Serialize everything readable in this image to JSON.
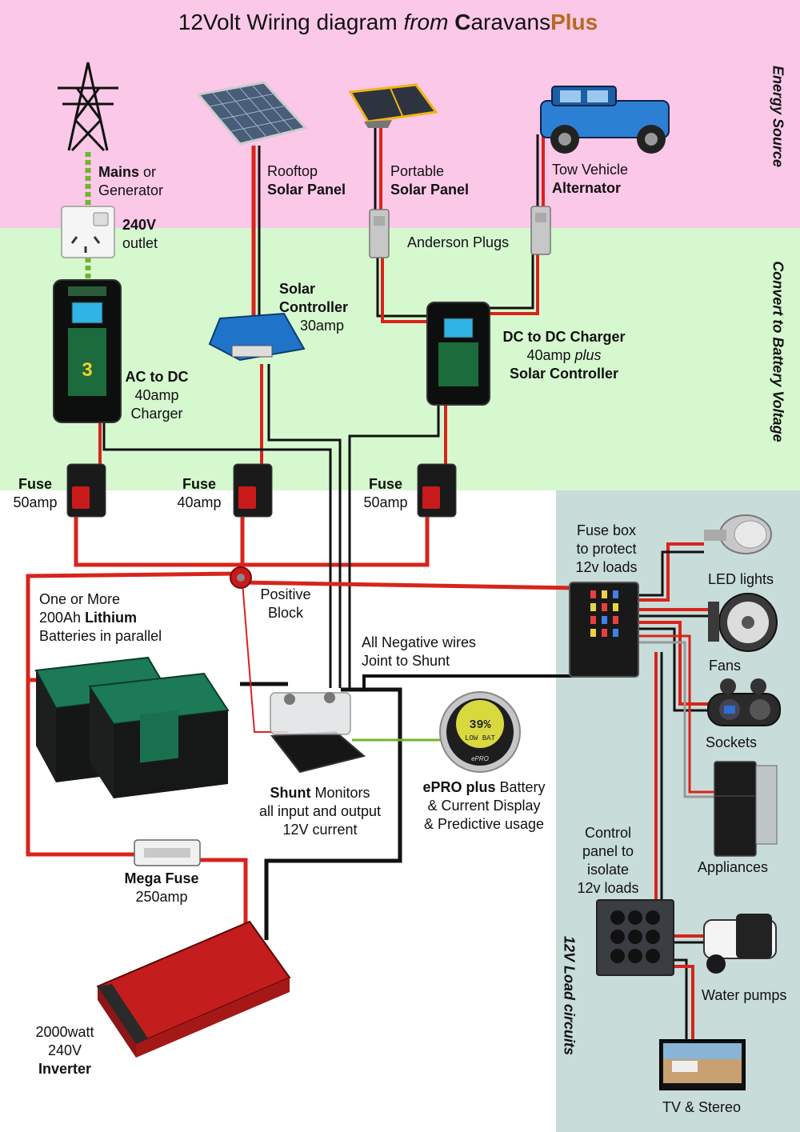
{
  "title": {
    "prefix": "12Volt Wiring diagram",
    "from": "from",
    "brand_initial": "C",
    "brand_rest": "aravans",
    "brand_plus": "Plus"
  },
  "sections": {
    "energy": "Energy Source",
    "convert": "Convert to Battery Voltage",
    "loads": "12V Load circuits"
  },
  "sources": {
    "mains": {
      "bold": "Mains",
      "rest": " or",
      "line2": "Generator"
    },
    "outlet": {
      "bold": "240V",
      "line2": "outlet"
    },
    "rooftop": {
      "line1": "Rooftop",
      "bold": "Solar Panel"
    },
    "portable": {
      "line1": "Portable",
      "bold": "Solar Panel"
    },
    "tow": {
      "line1": "Tow Vehicle",
      "bold": "Alternator"
    }
  },
  "converters": {
    "anderson": "Anderson Plugs",
    "solar_ctrl": {
      "bold1": "Solar",
      "bold2": "Controller",
      "line3": "30amp"
    },
    "ac_dc": {
      "bold": "AC to DC",
      "line2": "40amp",
      "line3": "Charger"
    },
    "dc_dc": {
      "bold": "DC to DC Charger",
      "line2a": "40amp ",
      "line2b": "plus",
      "bold3": "Solar Controller"
    }
  },
  "fuses": [
    {
      "bold": "Fuse",
      "rating": "50amp"
    },
    {
      "bold": "Fuse",
      "rating": "40amp"
    },
    {
      "bold": "Fuse",
      "rating": "50amp"
    }
  ],
  "battery": {
    "line1": "One or More",
    "line2a": "200Ah ",
    "bold": "Lithium",
    "line3": "Batteries in parallel"
  },
  "positive_block": {
    "line1": "Positive",
    "line2": "Block"
  },
  "negatives": {
    "line1": "All Negative wires",
    "line2": "Joint to Shunt"
  },
  "shunt": {
    "bold": "Shunt",
    "rest": " Monitors",
    "line2": "all input and output",
    "line3": "12V current"
  },
  "epro": {
    "bold": "ePRO plus",
    "rest": " Battery",
    "line2": "& Current Display",
    "line3": "& Predictive usage",
    "screen_value": "39%",
    "screen_sub": "LOW BAT",
    "brand": "ePRO"
  },
  "mega_fuse": {
    "bold": "Mega Fuse",
    "rating": "250amp"
  },
  "inverter": {
    "line1": "2000watt",
    "line2": "240V",
    "bold": "Inverter"
  },
  "fuse_box": {
    "line1": "Fuse box",
    "line2": "to protect",
    "line3": "12v loads"
  },
  "control_panel": {
    "line1": "Control",
    "line2": "panel to",
    "line3": "isolate",
    "line4": "12v loads"
  },
  "loads": {
    "led": "LED lights",
    "fans": "Fans",
    "sockets": "Sockets",
    "appliances": "Appliances",
    "pumps": "Water pumps",
    "tv": "TV & Stereo"
  },
  "colors": {
    "energy_bg": "#fbc8e8",
    "convert_bg": "#d6f8cf",
    "loads_bg": "#c8dcd9",
    "positive_wire": "#d8241c",
    "negative_wire": "#111111",
    "earth_wire": "#6fb52f",
    "brand_orange": "#b8691c"
  }
}
